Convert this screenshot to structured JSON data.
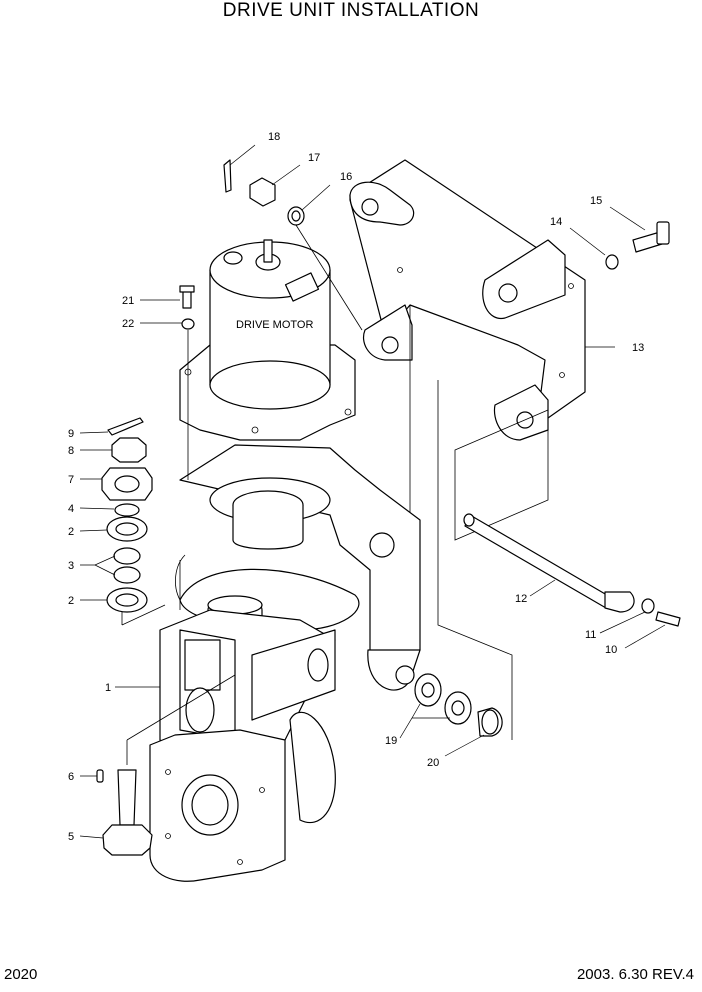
{
  "title": "DRIVE UNIT INSTALLATION",
  "page_number": "2020",
  "revision": "2003. 6.30 REV.4",
  "motor_label": "DRIVE MOTOR",
  "callouts": [
    "1",
    "2",
    "2",
    "3",
    "4",
    "5",
    "6",
    "7",
    "8",
    "9",
    "10",
    "11",
    "12",
    "13",
    "14",
    "15",
    "16",
    "17",
    "18",
    "19",
    "20",
    "21",
    "22"
  ]
}
